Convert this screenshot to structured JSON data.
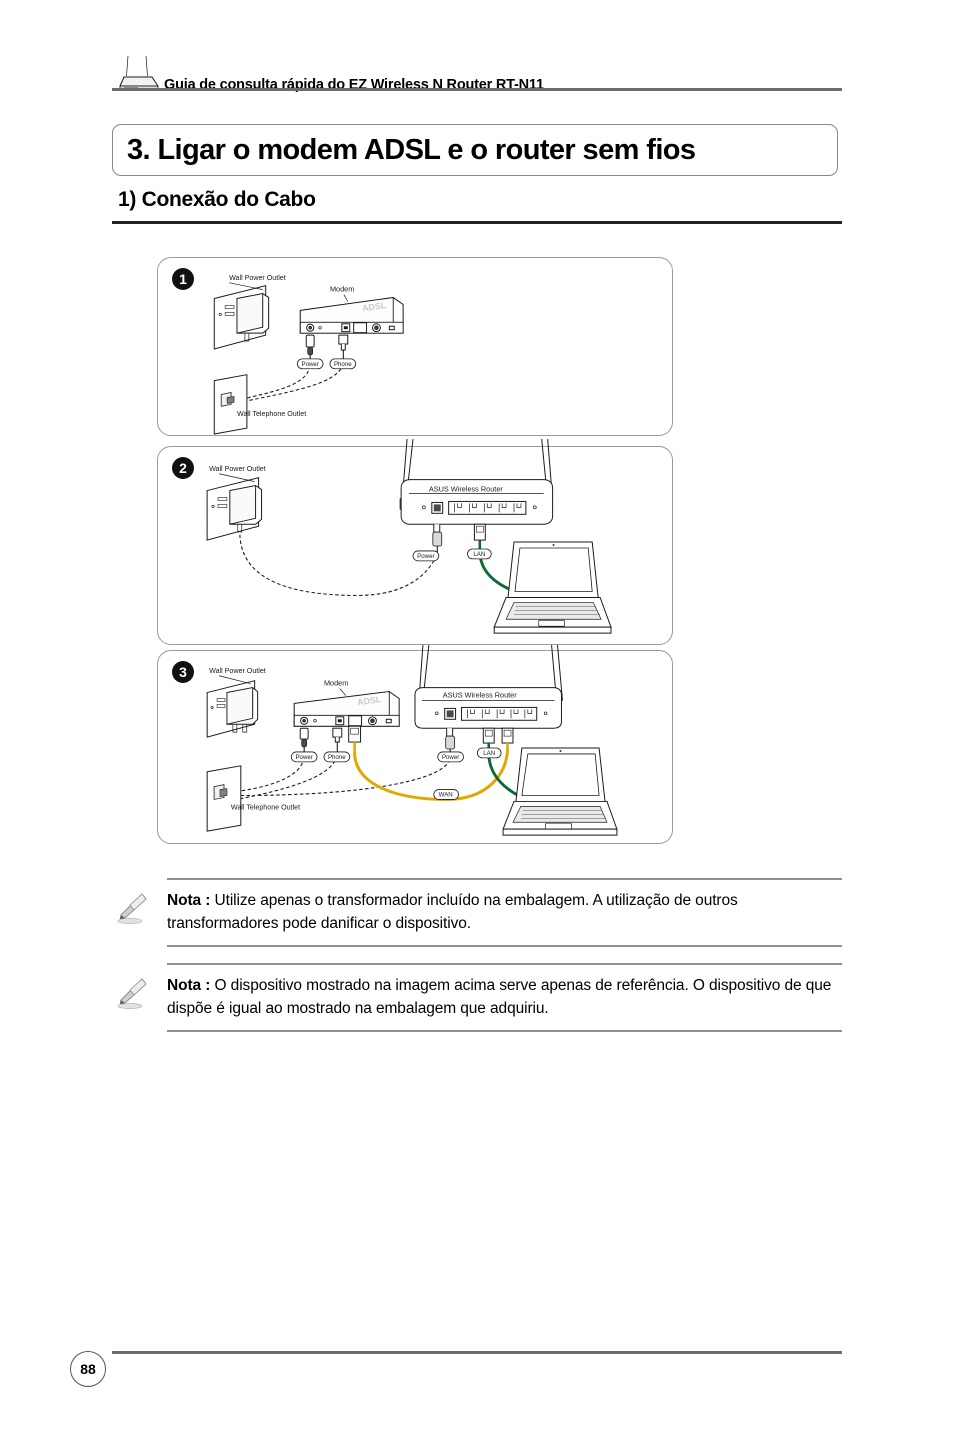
{
  "header": {
    "icon": "wireless-router-icon",
    "title": "Guia de consulta rápida do EZ Wireless N Router RT-N11"
  },
  "section": {
    "title": "3. Ligar o modem ADSL e o router sem fios",
    "subtitle": "1) Conexão do Cabo"
  },
  "diagram": {
    "panels": [
      {
        "step": "1",
        "labels": {
          "wall_power_outlet": "Wall Power Outlet",
          "modem": "Modem",
          "modem_brand": "ADSL",
          "wall_telephone_outlet": "Wall Telephone Outlet"
        },
        "cables": [
          {
            "label": "Power",
            "color": "#1a1a1a"
          },
          {
            "label": "Phone",
            "color": "#1a1a1a"
          }
        ]
      },
      {
        "step": "2",
        "labels": {
          "wall_power_outlet": "Wall Power Outlet",
          "router": "ASUS Wireless Router"
        },
        "cables": [
          {
            "label": "Power",
            "color": "#1a1a1a"
          },
          {
            "label": "LAN",
            "color": "#0b6b34"
          }
        ]
      },
      {
        "step": "3",
        "labels": {
          "wall_power_outlet": "Wall Power Outlet",
          "modem": "Modem",
          "modem_brand": "ADSL",
          "router": "ASUS Wireless Router",
          "wall_telephone_outlet": "Wall Telephone Outlet"
        },
        "cables": [
          {
            "label": "Power",
            "color": "#1a1a1a"
          },
          {
            "label": "Phone",
            "color": "#1a1a1a"
          },
          {
            "label": "Power",
            "color": "#1a1a1a"
          },
          {
            "label": "WAN",
            "color": "#e0a800"
          },
          {
            "label": "LAN",
            "color": "#0b6b34"
          }
        ]
      }
    ]
  },
  "notes": [
    {
      "icon": "pencil-icon",
      "label": "Nota :",
      "text": " Utilize apenas o transformador incluído na embalagem. A utilização de outros transformadores pode danificar o dispositivo."
    },
    {
      "icon": "pencil-icon",
      "label": "Nota :",
      "text": " O dispositivo mostrado na imagem acima serve apenas de referência. O dispositivo de que dispõe é igual ao mostrado na embalagem que adquiriu."
    }
  ],
  "footer": {
    "page_number": "88"
  },
  "colors": {
    "rule": "#6d6d6d",
    "panel_border": "#9a9a9a",
    "lan_cable": "#0b6b34",
    "wan_cable": "#e0a800",
    "badge": "#111111"
  }
}
